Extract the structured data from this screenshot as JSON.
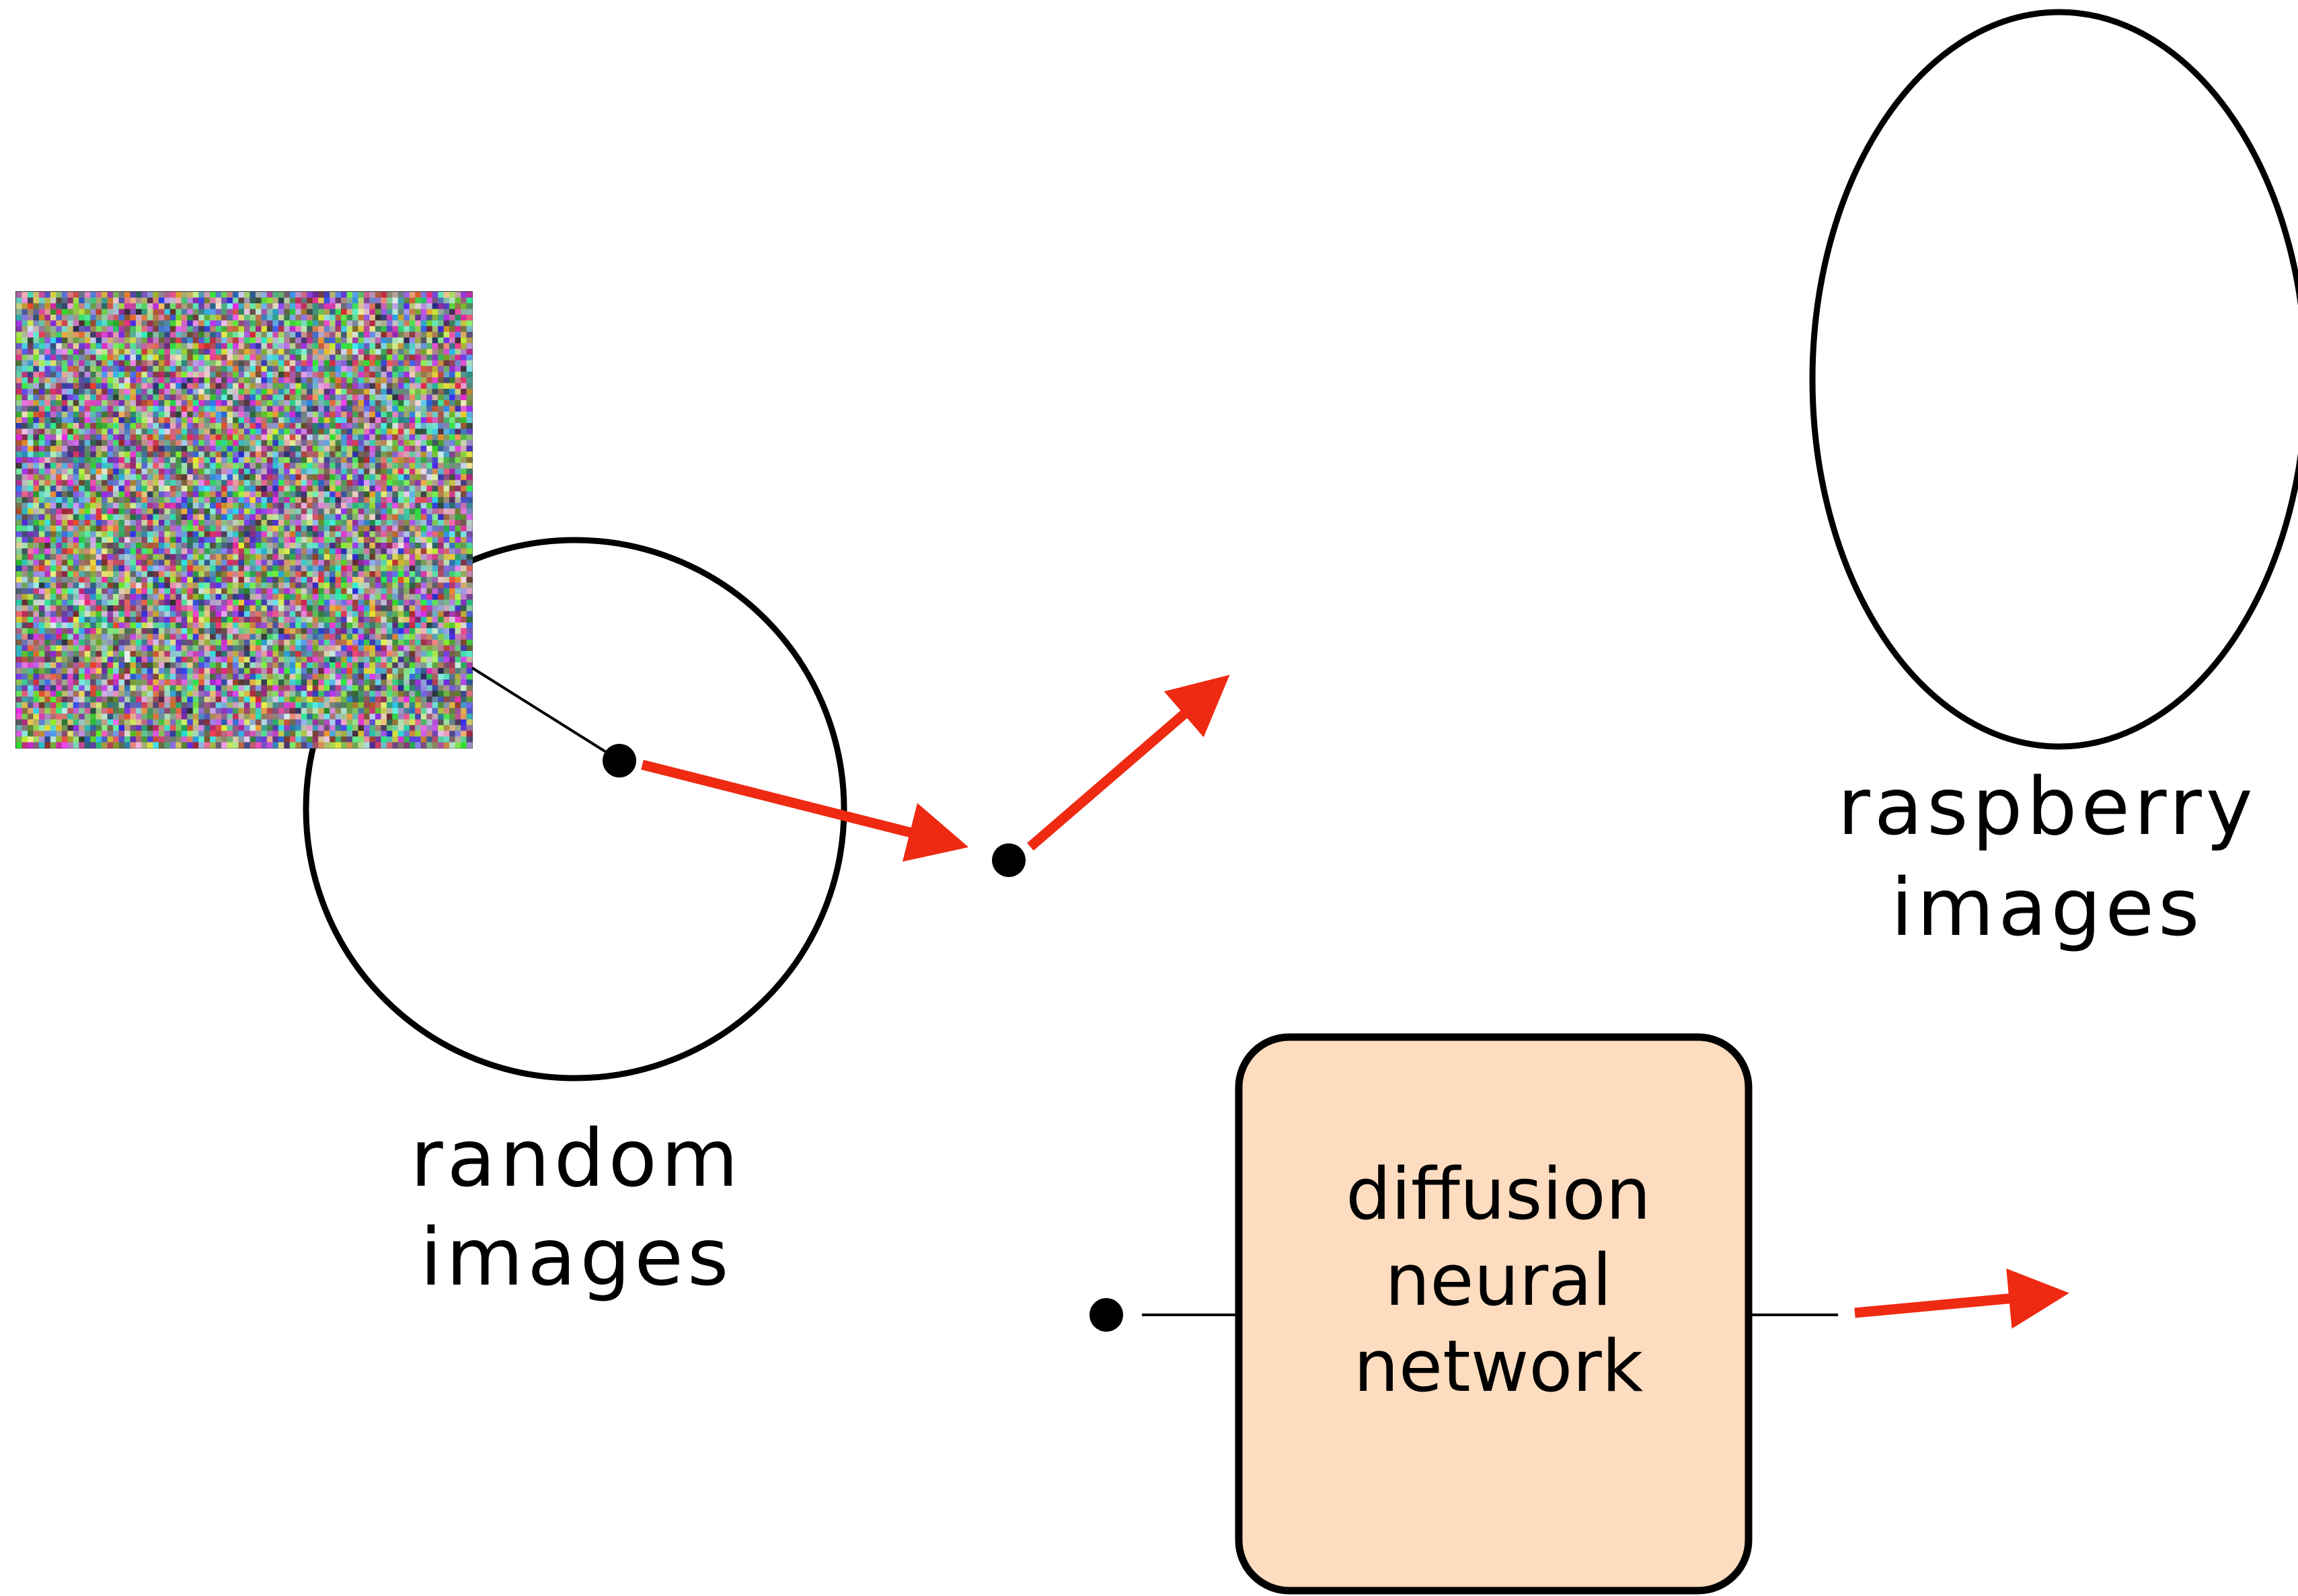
{
  "colors": {
    "background": "#ffffff",
    "stroke": "#000000",
    "arrow": "#ee2a12",
    "box_fill": "#fddcbf"
  },
  "icons": {
    "noise_image": "random-noise-image"
  },
  "labels": {
    "random_line1": "random",
    "random_line2": "images",
    "raspberry_line1": "raspberry",
    "raspberry_line2": "images"
  },
  "box": {
    "line1": "diffusion",
    "line2": "neural",
    "line3": "network"
  }
}
